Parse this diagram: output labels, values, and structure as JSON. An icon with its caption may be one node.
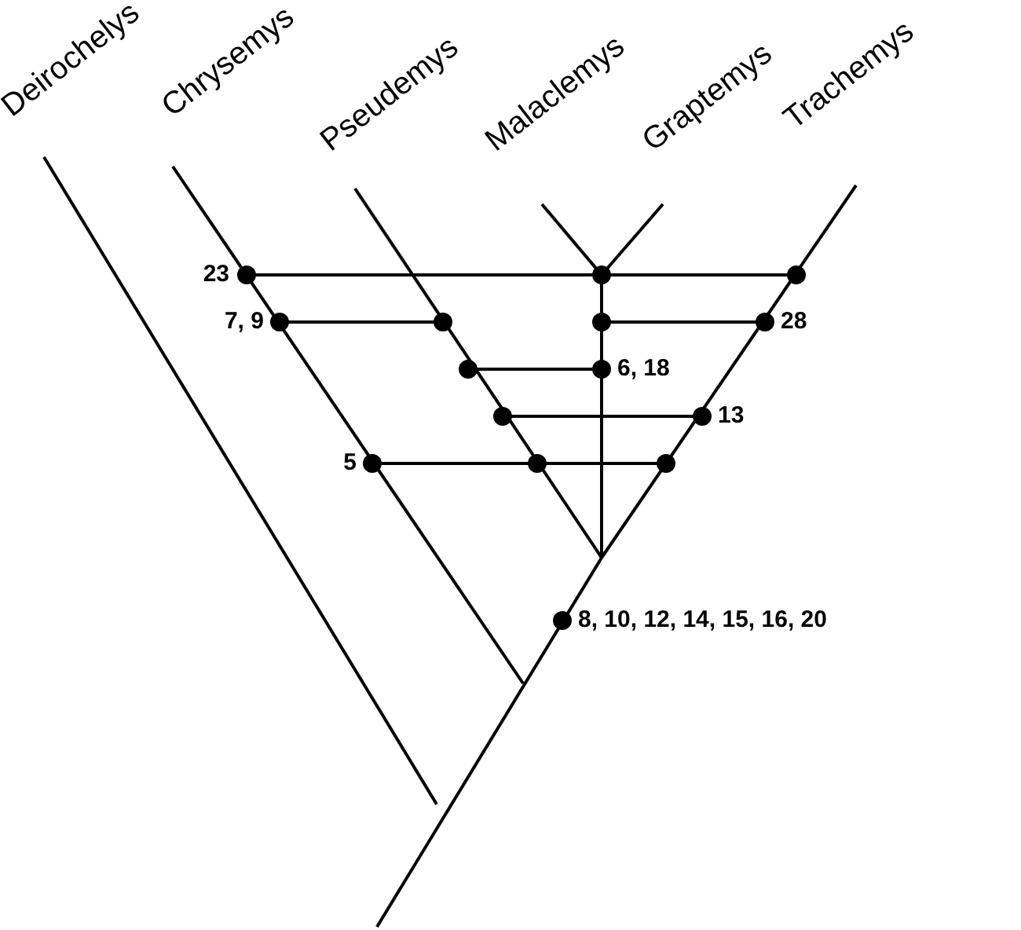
{
  "diagram": {
    "labels": [
      "Deirochelys",
      "Chrysemys",
      "Pseudemys",
      "Malaclemys",
      "Graptemys",
      "Trachemys",
      "23",
      "7, 9",
      "28",
      "6, 18",
      "13",
      "5",
      "8, 10, 12, 14, 15, 16, 20"
    ]
  }
}
